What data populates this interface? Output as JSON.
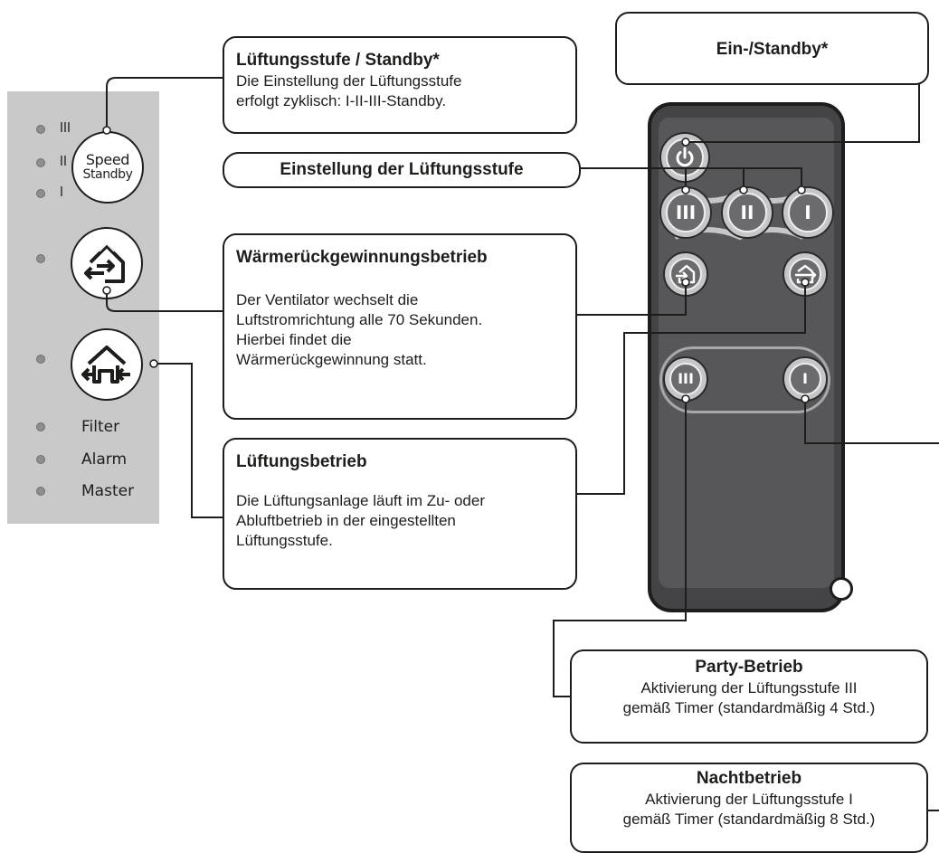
{
  "panel": {
    "leds": [
      "III",
      "II",
      "I"
    ],
    "speed_button": {
      "line1": "Speed",
      "line2": "Standby"
    },
    "status_labels": [
      "Filter",
      "Alarm",
      "Master"
    ]
  },
  "callouts": {
    "speed_standby": {
      "title": "Lüftungsstufe / Standby*",
      "line1": "Die Einstellung der Lüftungsstufe",
      "line2": "erfolgt zyklisch: I-II-III-Standby."
    },
    "power": {
      "title": "Ein-/Standby*"
    },
    "level_setting": {
      "title": "Einstellung der Lüftungsstufe"
    },
    "heat_recovery": {
      "title": "Wärmerückgewinnungsbetrieb",
      "line1": "Der Ventilator wechselt die",
      "line2": "Luftstromrichtung alle 70 Sekunden.",
      "line3": "Hierbei findet die",
      "line4": "Wärmerückgewinnung statt."
    },
    "ventilation": {
      "title": "Lüftungsbetrieb",
      "line1": "Die Lüftungsanlage läuft im Zu- oder",
      "line2": "Abluftbetrieb in der eingestellten",
      "line3": "Lüftungsstufe."
    },
    "party": {
      "title": "Party-Betrieb",
      "line1": "Aktivierung der Lüftungsstufe III",
      "line2": "gemäß Timer (standardmäßig 4 Std.)"
    },
    "night": {
      "title": "Nachtbetrieb",
      "line1": "Aktivierung der Lüftungsstufe I",
      "line2": "gemäß Timer (standardmäßig 8 Std.)"
    }
  },
  "remote": {
    "level_buttons": [
      "III",
      "II",
      "I"
    ],
    "timer_buttons": [
      "III",
      "I"
    ]
  },
  "colors": {
    "panel_bg": "#c9c9ca",
    "remote_body": "#444446",
    "button_face": "#6b6b6e",
    "outline": "#1d1d1b"
  }
}
